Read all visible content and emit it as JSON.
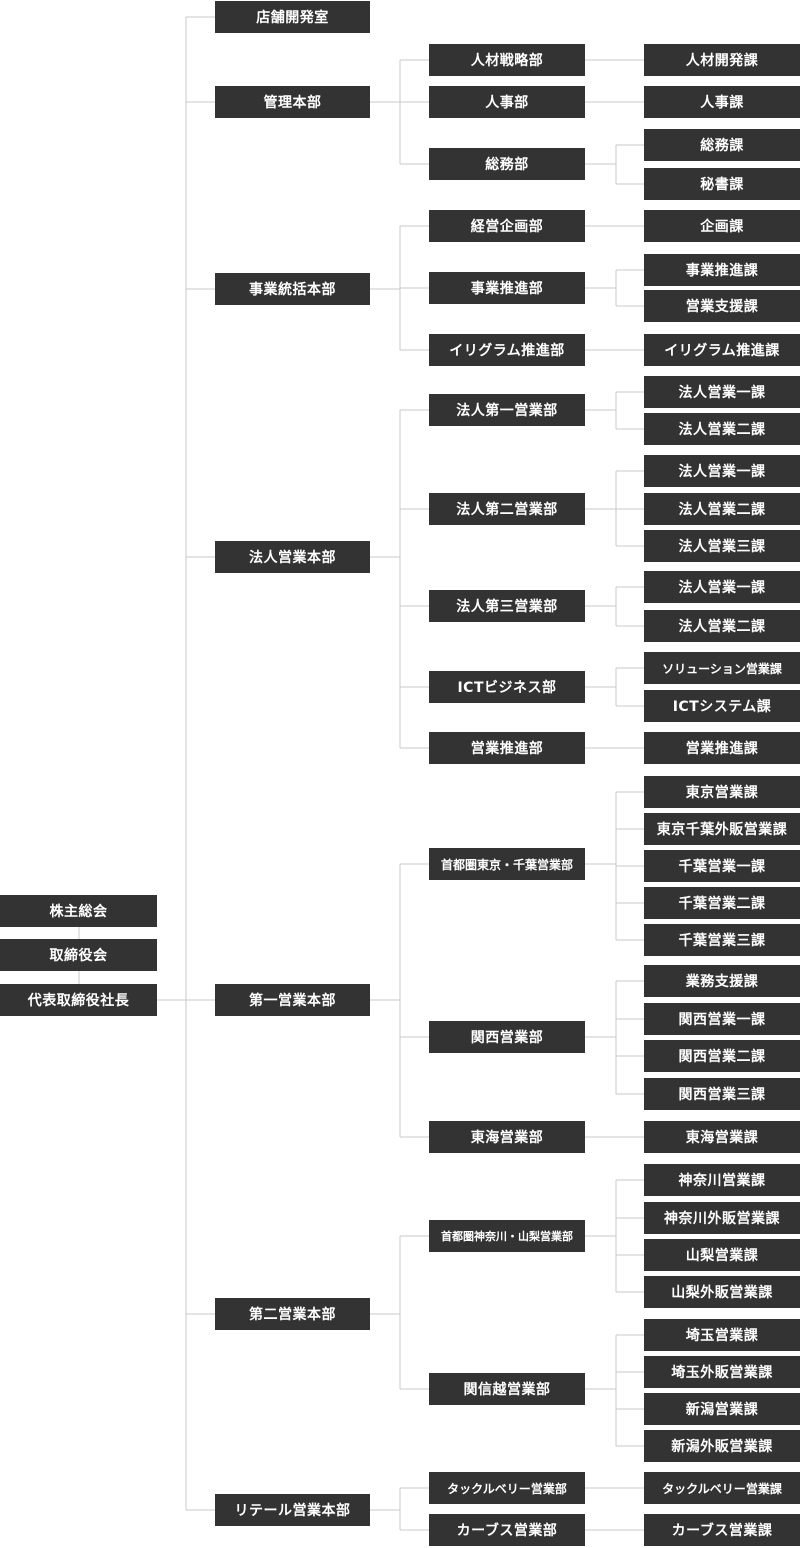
{
  "colors": {
    "box": "#333333",
    "text": "#ffffff",
    "line": "#c8c8c8"
  },
  "executive": {
    "shareholders": "株主総会",
    "board": "取締役会",
    "president": "代表取締役社長"
  },
  "headquarters": [
    {
      "name": "店舗開発室",
      "departments": []
    },
    {
      "name": "管理本部",
      "departments": [
        {
          "name": "人材戦略部",
          "sections": [
            "人材開発課"
          ]
        },
        {
          "name": "人事部",
          "sections": [
            "人事課"
          ]
        },
        {
          "name": "総務部",
          "sections": [
            "総務課",
            "秘書課"
          ]
        }
      ]
    },
    {
      "name": "事業統括本部",
      "departments": [
        {
          "name": "経営企画部",
          "sections": [
            "企画課"
          ]
        },
        {
          "name": "事業推進部",
          "sections": [
            "事業推進課",
            "営業支援課"
          ]
        },
        {
          "name": "イリグラム推進部",
          "sections": [
            "イリグラム推進課"
          ]
        }
      ]
    },
    {
      "name": "法人営業本部",
      "departments": [
        {
          "name": "法人第一営業部",
          "sections": [
            "法人営業一課",
            "法人営業二課"
          ]
        },
        {
          "name": "法人第二営業部",
          "sections": [
            "法人営業一課",
            "法人営業二課",
            "法人営業三課"
          ]
        },
        {
          "name": "法人第三営業部",
          "sections": [
            "法人営業一課",
            "法人営業二課"
          ]
        },
        {
          "name": "ICTビジネス部",
          "sections": [
            "ソリューション営業課",
            "ICTシステム課"
          ]
        },
        {
          "name": "営業推進部",
          "sections": [
            "営業推進課"
          ]
        }
      ]
    },
    {
      "name": "第一営業本部",
      "departments": [
        {
          "name": "首都圏東京・千葉営業部",
          "sections": [
            "東京営業課",
            "東京千葉外販営業課",
            "千葉営業一課",
            "千葉営業二課",
            "千葉営業三課"
          ]
        },
        {
          "name": "関西営業部",
          "sections": [
            "業務支援課",
            "関西営業一課",
            "関西営業二課",
            "関西営業三課"
          ]
        },
        {
          "name": "東海営業部",
          "sections": [
            "東海営業課"
          ]
        }
      ]
    },
    {
      "name": "第二営業本部",
      "departments": [
        {
          "name": "首都圏神奈川・山梨営業部",
          "sections": [
            "神奈川営業課",
            "神奈川外販営業課",
            "山梨営業課",
            "山梨外販営業課"
          ]
        },
        {
          "name": "関信越営業部",
          "sections": [
            "埼玉営業課",
            "埼玉外販営業課",
            "新潟営業課",
            "新潟外販営業課"
          ]
        }
      ]
    },
    {
      "name": "リテール営業本部",
      "departments": [
        {
          "name": "タックルベリー営業部",
          "sections": [
            "タックルベリー営業課"
          ]
        },
        {
          "name": "カーブス営業部",
          "sections": [
            "カーブス営業課"
          ]
        }
      ]
    }
  ]
}
